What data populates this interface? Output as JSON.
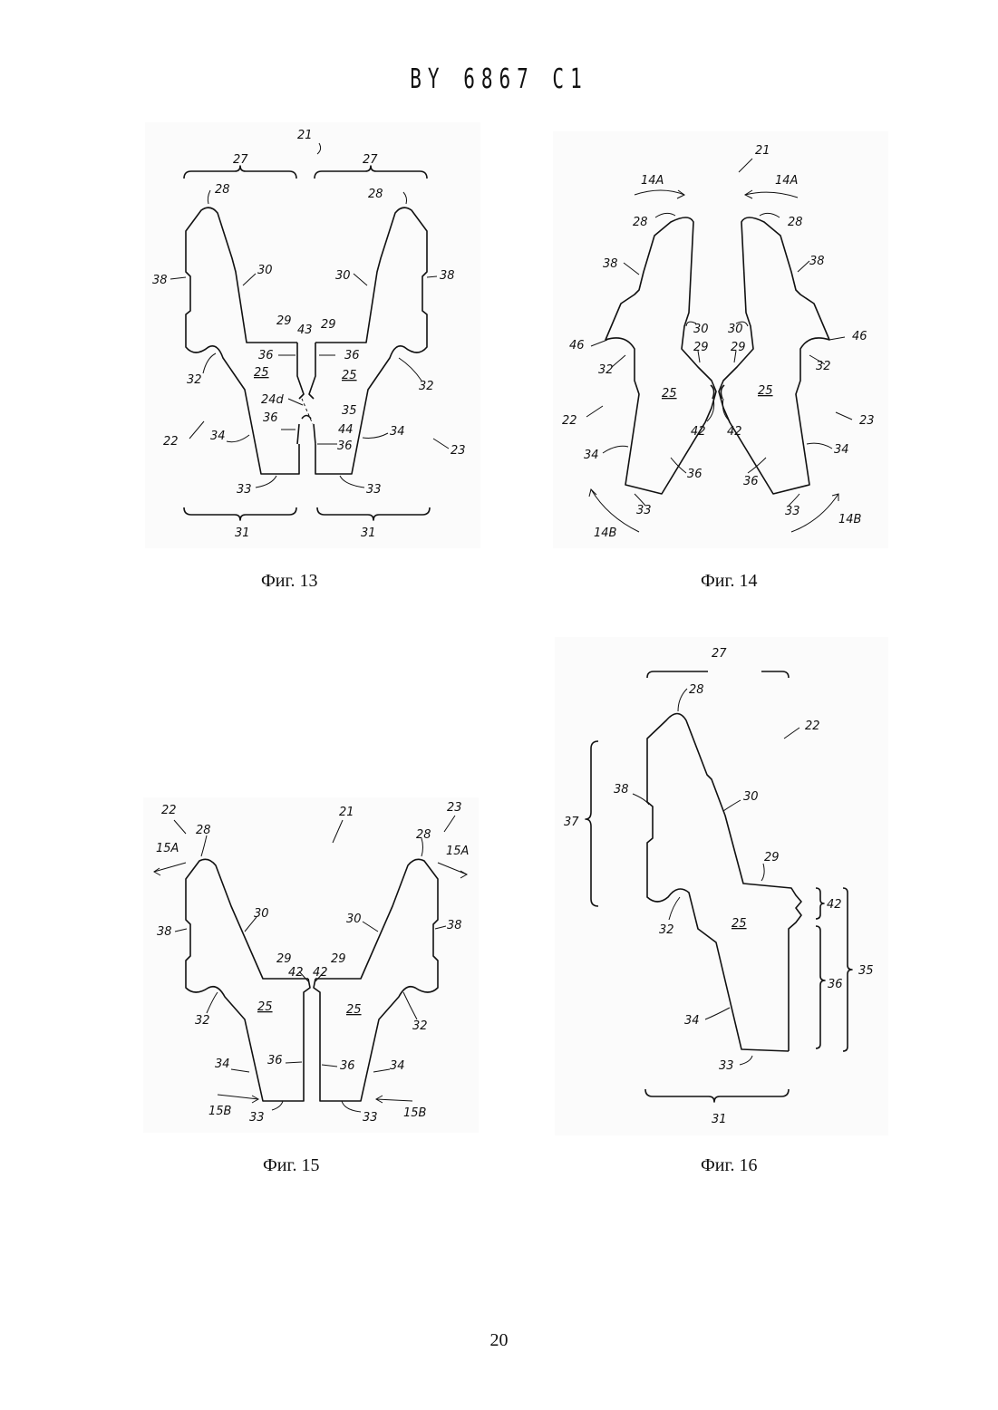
{
  "header": "BY 6867 C1",
  "page_number": "20",
  "figures": {
    "fig13": {
      "caption": "Фиг. 13",
      "labels": {
        "l21": "21",
        "l27a": "27",
        "l27b": "27",
        "l28a": "28",
        "l28b": "28",
        "l38a": "38",
        "l38b": "38",
        "l30a": "30",
        "l30b": "30",
        "l29a": "29",
        "l29b": "29",
        "l43": "43",
        "l36a": "36",
        "l36b": "36",
        "l36c": "36",
        "l36d": "36",
        "l25a": "25",
        "l25b": "25",
        "l32a": "32",
        "l32b": "32",
        "l24d": "24d",
        "l35": "35",
        "l44": "44",
        "l22": "22",
        "l23": "23",
        "l34a": "34",
        "l34b": "34",
        "l33a": "33",
        "l33b": "33",
        "l31a": "31",
        "l31b": "31"
      }
    },
    "fig14": {
      "caption": "Фиг. 14",
      "labels": {
        "l21": "21",
        "l14Aa": "14A",
        "l14Ab": "14A",
        "l28a": "28",
        "l28b": "28",
        "l38a": "38",
        "l38b": "38",
        "l30a": "30",
        "l30b": "30",
        "l29a": "29",
        "l29b": "29",
        "l46a": "46",
        "l46b": "46",
        "l32a": "32",
        "l32b": "32",
        "l25a": "25",
        "l25b": "25",
        "l22": "22",
        "l23": "23",
        "l42a": "42",
        "l42b": "42",
        "l34a": "34",
        "l34b": "34",
        "l36a": "36",
        "l36b": "36",
        "l33a": "33",
        "l33b": "33",
        "l14Ba": "14B",
        "l14Bb": "14B"
      }
    },
    "fig15": {
      "caption": "Фиг. 15",
      "labels": {
        "l22": "22",
        "l23": "23",
        "l21": "21",
        "l28a": "28",
        "l28b": "28",
        "l15Aa": "15A",
        "l15Ab": "15A",
        "l38a": "38",
        "l38b": "38",
        "l30a": "30",
        "l30b": "30",
        "l29a": "29",
        "l29b": "29",
        "l42a": "42",
        "l42b": "42",
        "l25a": "25",
        "l25b": "25",
        "l32a": "32",
        "l32b": "32",
        "l34a": "34",
        "l34b": "34",
        "l36a": "36",
        "l36b": "36",
        "l15Ba": "15B",
        "l15Bb": "15B",
        "l33a": "33",
        "l33b": "33"
      }
    },
    "fig16": {
      "caption": "Фиг. 16",
      "labels": {
        "l27": "27",
        "l28": "28",
        "l22": "22",
        "l38": "38",
        "l37": "37",
        "l30": "30",
        "l29": "29",
        "l42": "42",
        "l32": "32",
        "l25": "25",
        "l35": "35",
        "l36": "36",
        "l34": "34",
        "l33": "33",
        "l31": "31"
      }
    }
  }
}
